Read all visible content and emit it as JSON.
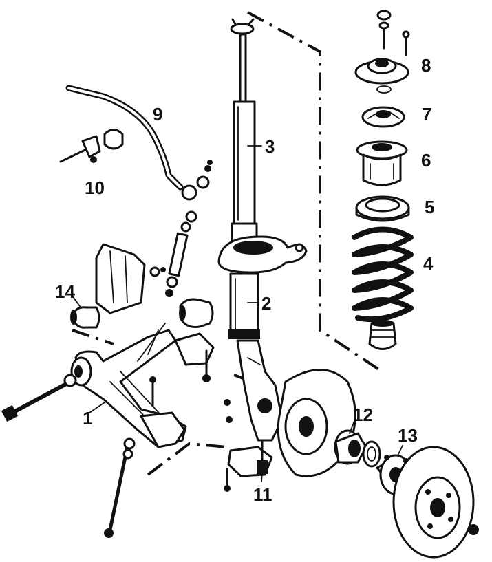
{
  "diagram": {
    "colors": {
      "ink": "#111111",
      "paper": "#ffffff"
    },
    "callouts": [
      {
        "id": "c1",
        "text": "1"
      },
      {
        "id": "c2",
        "text": "2"
      },
      {
        "id": "c3",
        "text": "3"
      },
      {
        "id": "c4",
        "text": "4"
      },
      {
        "id": "c5",
        "text": "5"
      },
      {
        "id": "c6",
        "text": "6"
      },
      {
        "id": "c7",
        "text": "7"
      },
      {
        "id": "c8",
        "text": "8"
      },
      {
        "id": "c9",
        "text": "9"
      },
      {
        "id": "c10",
        "text": "10"
      },
      {
        "id": "c11",
        "text": "11"
      },
      {
        "id": "c12",
        "text": "12"
      },
      {
        "id": "c13",
        "text": "13"
      },
      {
        "id": "c14",
        "text": "14"
      }
    ]
  }
}
